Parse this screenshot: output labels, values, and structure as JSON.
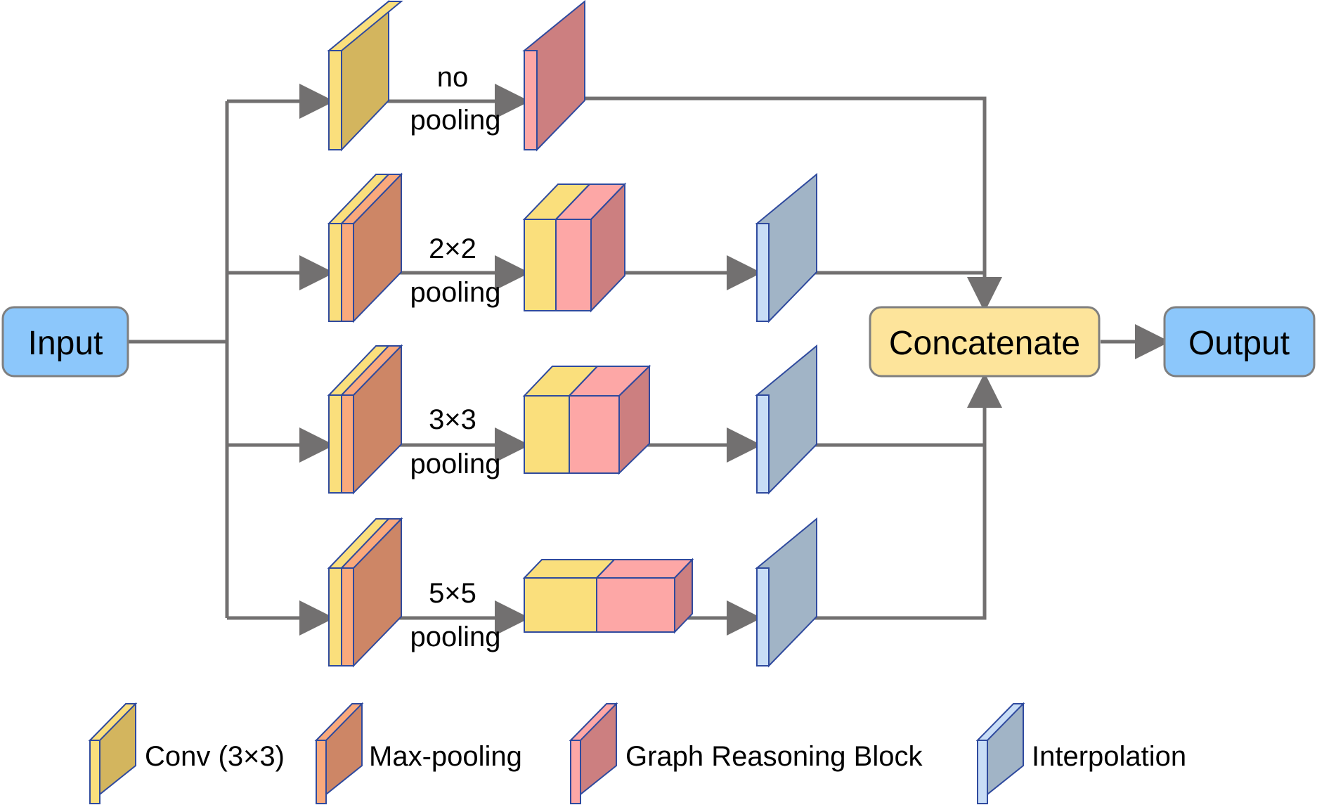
{
  "nodes": {
    "input": "Input",
    "concatenate": "Concatenate",
    "output": "Output"
  },
  "branches": [
    {
      "line1": "no",
      "line2": "pooling"
    },
    {
      "line1": "2×2",
      "line2": "pooling"
    },
    {
      "line1": "3×3",
      "line2": "pooling"
    },
    {
      "line1": "5×5",
      "line2": "pooling"
    }
  ],
  "legend": [
    {
      "label": "Conv (3×3)",
      "kind": "conv"
    },
    {
      "label": "Max-pooling",
      "kind": "maxpool"
    },
    {
      "label": "Graph Reasoning Block",
      "kind": "grb"
    },
    {
      "label": "Interpolation",
      "kind": "interp"
    }
  ],
  "colors": {
    "conv_front": "#FADF7C",
    "conv_face": "#D3B55E",
    "maxpool_front": "#F9A97C",
    "maxpool_face": "#CD8666",
    "grb_front": "#FDA7A6",
    "grb_face": "#CC7F80",
    "interp_front": "#C8DDF6",
    "interp_face": "#A1B4C6",
    "outline": "#2F4A9E",
    "io_fill": "#8CC7FB",
    "concat_fill": "#FDE49B",
    "box_stroke": "#7F7F7F",
    "connector": "#727070"
  }
}
